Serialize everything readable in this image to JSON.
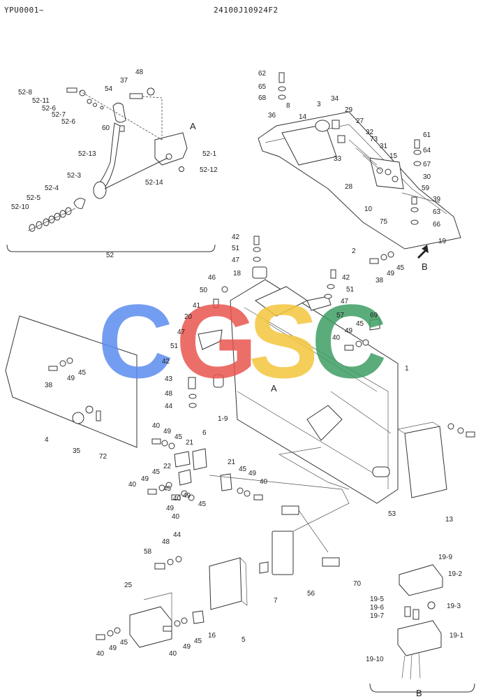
{
  "header": {
    "left_code": "YPU0001~",
    "right_code": "24100J10924F2"
  },
  "watermark": {
    "letters": [
      "C",
      "G",
      "S",
      "C"
    ],
    "colors": [
      "#5b8def",
      "#e8564e",
      "#f4c63d",
      "#3f9e64"
    ]
  },
  "callouts": {
    "group52": [
      "52-8",
      "52-11",
      "52-6",
      "52-7",
      "52-6",
      "54",
      "37",
      "48",
      "60",
      "A",
      "52-1",
      "52-13",
      "52-12",
      "52-14",
      "52-3",
      "52-4",
      "52-5",
      "52-10",
      "52"
    ],
    "top_right": [
      "62",
      "65",
      "68",
      "3",
      "34",
      "36",
      "8",
      "14",
      "29",
      "27",
      "61",
      "32",
      "73",
      "64",
      "31",
      "15",
      "67",
      "33",
      "28",
      "30",
      "59",
      "39",
      "10",
      "63",
      "75",
      "66",
      "19",
      "2",
      "B",
      "45",
      "49",
      "38"
    ],
    "middle": [
      "42",
      "51",
      "47",
      "18",
      "46",
      "50",
      "41",
      "20",
      "47",
      "51",
      "42",
      "43",
      "48",
      "44",
      "1-9",
      "A",
      "42",
      "51",
      "47",
      "57",
      "69",
      "45",
      "49",
      "40",
      "1",
      "4",
      "38",
      "49",
      "45",
      "35",
      "72"
    ],
    "lower": [
      "40",
      "49",
      "45",
      "21",
      "6",
      "22",
      "45",
      "49",
      "40",
      "21",
      "45",
      "49",
      "40",
      "40",
      "49",
      "45",
      "45",
      "49",
      "40",
      "53",
      "13",
      "58",
      "48",
      "44",
      "25",
      "70",
      "7",
      "56",
      "40",
      "49",
      "45",
      "40",
      "49",
      "45",
      "16",
      "5"
    ],
    "detail_b": [
      "19-9",
      "19-2",
      "19-5",
      "19-6",
      "19-7",
      "19-3",
      "19-1",
      "19-10",
      "B"
    ]
  }
}
